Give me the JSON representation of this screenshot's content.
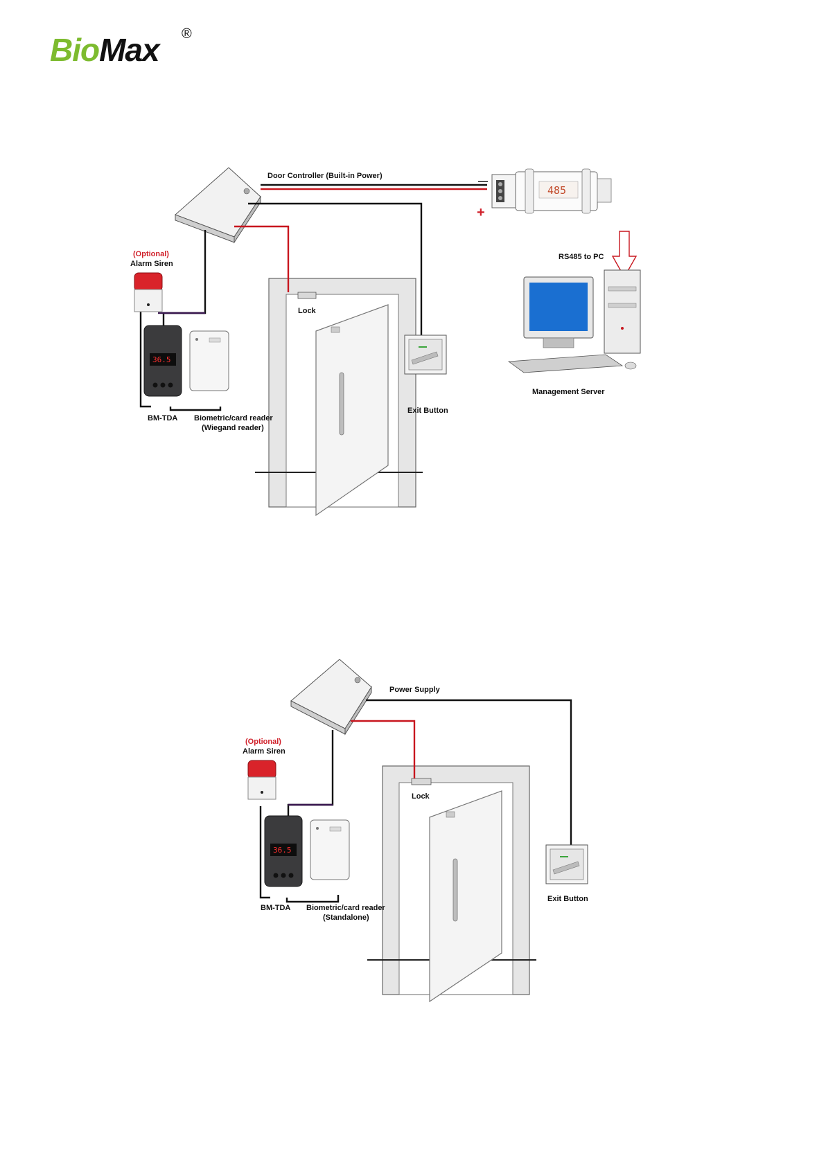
{
  "brand": {
    "name_part1": "Bi",
    "name_mark": "o",
    "name_part2": "Max",
    "reg_mark": "®",
    "color_green": "#7dbb2f"
  },
  "diagram1": {
    "door_controller": "Door Controller (Built-in Power)",
    "optional": "(Optional)",
    "alarm_siren": "Alarm Siren",
    "lock": "Lock",
    "bm_tda": "BM-TDA",
    "reader_line1": "Biometric/card reader",
    "reader_line2": "(Wiegand reader)",
    "exit_button": "Exit Button",
    "rs485_to_pc": "RS485 to PC",
    "management_server": "Management Server",
    "converter_display": "485",
    "minus": "—",
    "plus": "+",
    "temp_display": "36.5"
  },
  "diagram2": {
    "power_supply": "Power Supply",
    "optional": "(Optional)",
    "alarm_siren": "Alarm Siren",
    "lock": "Lock",
    "bm_tda": "BM-TDA",
    "reader_line1": "Biometric/card reader",
    "reader_line2": "(Standalone)",
    "exit_button": "Exit Button",
    "temp_display": "36.5"
  },
  "colors": {
    "wire_red": "#c8161e",
    "wire_black": "#111111",
    "wire_purple": "#3a1850",
    "arrow": "#c8161e"
  }
}
